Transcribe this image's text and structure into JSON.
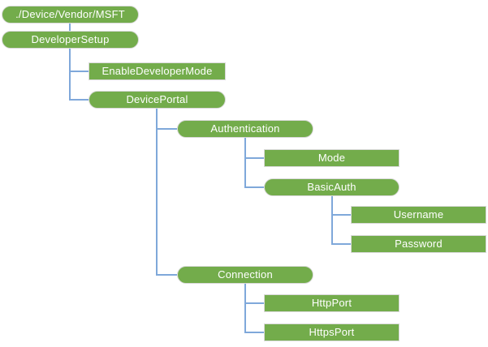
{
  "diagram": {
    "type": "tree",
    "description": "Configuration service provider tree diagram",
    "colors": {
      "node_fill": "#73AC4B",
      "node_border": "#D9D9D9",
      "connector": "#7FA8DA",
      "text": "#FFFFFF",
      "background": "#FFFFFF"
    },
    "nodes": [
      {
        "id": "root",
        "label": "./Device/Vendor/MSFT",
        "shape": "pill",
        "level": 0
      },
      {
        "id": "developer-setup",
        "label": "DeveloperSetup",
        "shape": "pill",
        "level": 0
      },
      {
        "id": "enable-developer-mode",
        "label": "EnableDeveloperMode",
        "shape": "rect",
        "level": 1
      },
      {
        "id": "device-portal",
        "label": "DevicePortal",
        "shape": "pill",
        "level": 1
      },
      {
        "id": "authentication",
        "label": "Authentication",
        "shape": "pill",
        "level": 2
      },
      {
        "id": "mode",
        "label": "Mode",
        "shape": "rect",
        "level": 3
      },
      {
        "id": "basic-auth",
        "label": "BasicAuth",
        "shape": "pill",
        "level": 3
      },
      {
        "id": "username",
        "label": "Username",
        "shape": "rect",
        "level": 4
      },
      {
        "id": "password",
        "label": "Password",
        "shape": "rect",
        "level": 4
      },
      {
        "id": "connection",
        "label": "Connection",
        "shape": "pill",
        "level": 2
      },
      {
        "id": "http-port",
        "label": "HttpPort",
        "shape": "rect",
        "level": 3
      },
      {
        "id": "https-port",
        "label": "HttpsPort",
        "shape": "rect",
        "level": 3
      }
    ],
    "edges": [
      {
        "from": "root",
        "to": "developer-setup"
      },
      {
        "from": "developer-setup",
        "to": "enable-developer-mode"
      },
      {
        "from": "developer-setup",
        "to": "device-portal"
      },
      {
        "from": "device-portal",
        "to": "authentication"
      },
      {
        "from": "device-portal",
        "to": "connection"
      },
      {
        "from": "authentication",
        "to": "mode"
      },
      {
        "from": "authentication",
        "to": "basic-auth"
      },
      {
        "from": "basic-auth",
        "to": "username"
      },
      {
        "from": "basic-auth",
        "to": "password"
      },
      {
        "from": "connection",
        "to": "http-port"
      },
      {
        "from": "connection",
        "to": "https-port"
      }
    ]
  }
}
